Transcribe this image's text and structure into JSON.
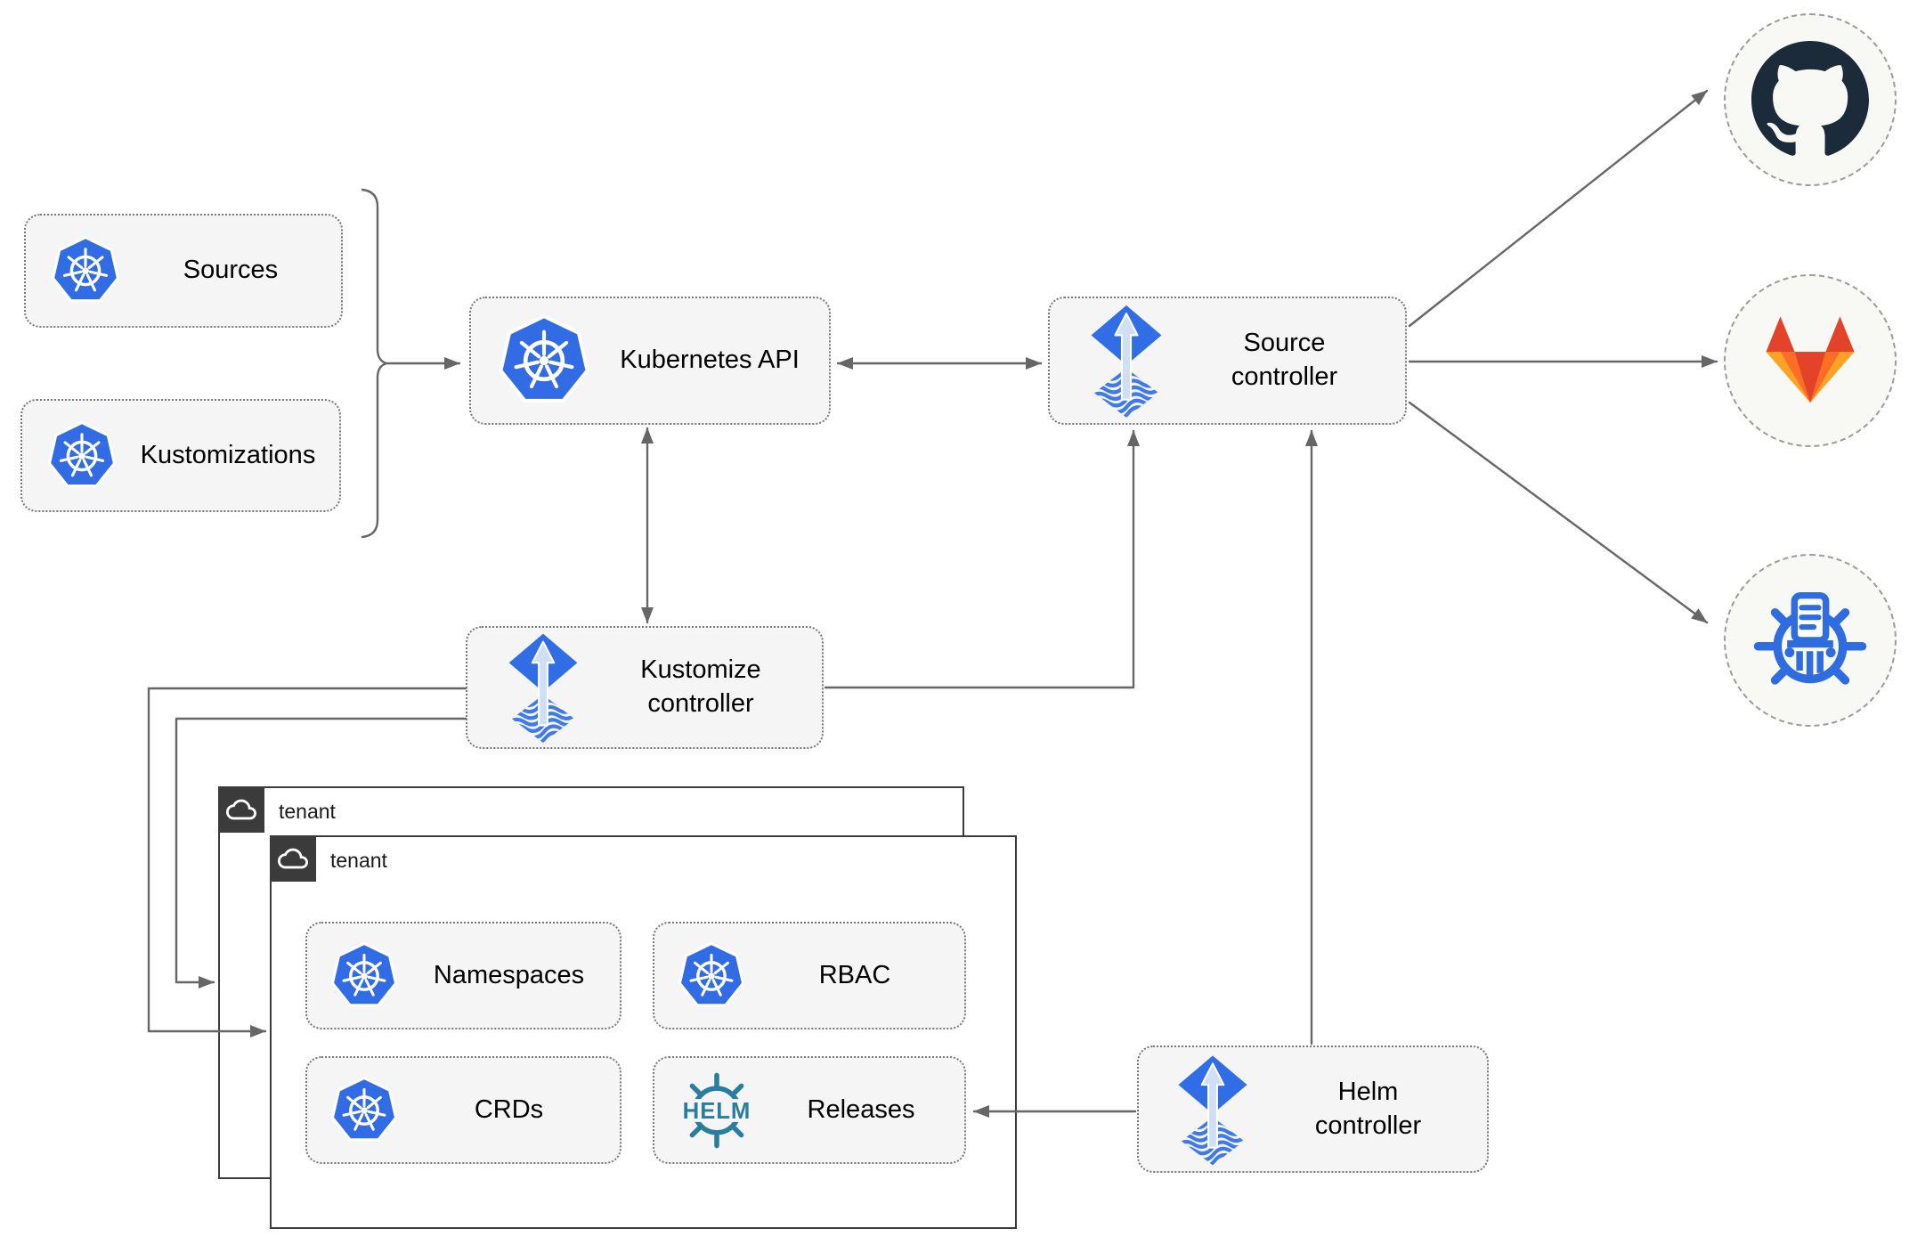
{
  "colors": {
    "kubernetes_blue": "#326CE5",
    "flux_blue": "#316de4",
    "flux_arrow_light": "#cfe0f6",
    "helm_teal": "#2a7d9e",
    "harbor_blue": "#2f6ce0",
    "github_dark": "#1c2b3a",
    "gitlab_red": "#E24329",
    "gitlab_orange": "#FC6D26",
    "gitlab_light_orange": "#FCA326",
    "connector_gray": "#666666",
    "node_fill": "#f5f5f5",
    "tenant_border": "#3b3b3b"
  },
  "nodes": {
    "sources": {
      "label": "Sources",
      "icon": "kubernetes-icon"
    },
    "kustomizations": {
      "label": "Kustomizations",
      "icon": "kubernetes-icon"
    },
    "kubernetes_api": {
      "label": "Kubernetes API",
      "icon": "kubernetes-icon"
    },
    "source_controller": {
      "label": "Source\ncontroller",
      "icon": "flux-icon"
    },
    "kustomize_controller": {
      "label": "Kustomize\ncontroller",
      "icon": "flux-icon"
    },
    "helm_controller": {
      "label": "Helm\ncontroller",
      "icon": "flux-icon"
    },
    "namespaces": {
      "label": "Namespaces",
      "icon": "kubernetes-icon"
    },
    "rbac": {
      "label": "RBAC",
      "icon": "kubernetes-icon"
    },
    "crds": {
      "label": "CRDs",
      "icon": "kubernetes-icon"
    },
    "releases": {
      "label": "Releases",
      "icon": "helm-icon",
      "icon_text": "HELM"
    }
  },
  "groups": {
    "tenant_outer": {
      "label": "tenant",
      "icon": "cloud-icon"
    },
    "tenant_inner": {
      "label": "tenant",
      "icon": "cloud-icon"
    }
  },
  "external": {
    "github": {
      "icon": "github-icon"
    },
    "gitlab": {
      "icon": "gitlab-icon"
    },
    "harbor": {
      "icon": "harbor-registry-icon"
    }
  }
}
